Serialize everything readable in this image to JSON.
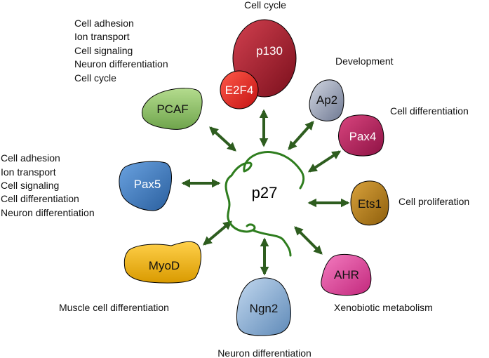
{
  "center": {
    "label": "p27",
    "color": "#2e7d1e"
  },
  "arrow_color": "#2e5d1f",
  "nodes": {
    "p130": {
      "label": "p130",
      "fill": "#a81c2c",
      "text_color": "#ffffff",
      "function": "Cell cycle"
    },
    "e2f4": {
      "label": "E2F4",
      "fill": "#e02424",
      "text_color": "#ffffff"
    },
    "pcaf": {
      "label": "PCAF",
      "fill": "#8fbf6a",
      "text_color": "#111111",
      "functions": [
        "Cell adhesion",
        "Ion transport",
        "Cell signaling",
        "Neuron differentiation",
        "Cell cycle"
      ]
    },
    "ap2": {
      "label": "Ap2",
      "fill": "#9aa4b8",
      "text_color": "#111111",
      "function": "Development"
    },
    "pax4": {
      "label": "Pax4",
      "fill": "#b51d5e",
      "text_color": "#ffffff",
      "function": "Cell differentiation"
    },
    "pax5": {
      "label": "Pax5",
      "fill": "#3f7fc9",
      "text_color": "#ffffff",
      "functions": [
        "Cell adhesion",
        "Ion transport",
        "Cell signaling",
        "Cell differentiation",
        "Neuron differentiation"
      ]
    },
    "ets1": {
      "label": "Ets1",
      "fill": "#b9801a",
      "text_color": "#111111",
      "function": "Cell proliferation"
    },
    "myod": {
      "label": "MyoD",
      "fill": "#f0b810",
      "text_color": "#111111",
      "function": "Muscle cell differentiation"
    },
    "ngn2": {
      "label": "Ngn2",
      "fill": "#8fb3d9",
      "text_color": "#111111",
      "function": "Neuron differentiation"
    },
    "ahr": {
      "label": "AHR",
      "fill": "#e0489e",
      "text_color": "#111111",
      "function": "Xenobiotic metabolism"
    }
  }
}
